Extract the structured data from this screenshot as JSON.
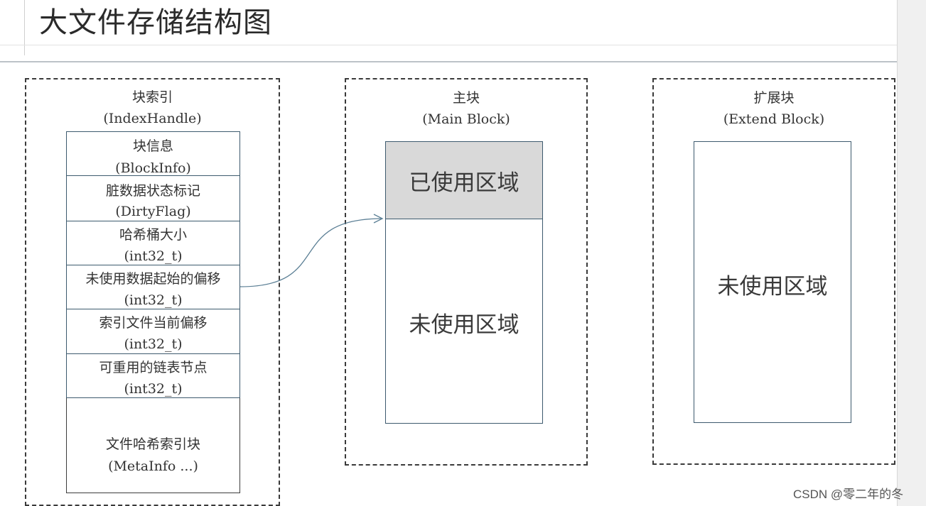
{
  "title": "大文件存储结构图",
  "index_block": {
    "title": "块索引",
    "subtitle": "(IndexHandle)",
    "fields": [
      {
        "name": "块信息",
        "type": "(BlockInfo)"
      },
      {
        "name": "脏数据状态标记",
        "type": "(DirtyFlag)"
      },
      {
        "name": "哈希桶大小",
        "type": "(int32_t)"
      },
      {
        "name": "未使用数据起始的偏移",
        "type": "(int32_t)"
      },
      {
        "name": "索引文件当前偏移",
        "type": "(int32_t)"
      },
      {
        "name": "可重用的链表节点",
        "type": "(int32_t)"
      },
      {
        "name": "文件哈希索引块",
        "type": "(MetaInfo ...)"
      }
    ]
  },
  "main_block": {
    "title": "主块",
    "subtitle": "(Main Block)",
    "used_label": "已使用区域",
    "unused_label": "未使用区域"
  },
  "extend_block": {
    "title": "扩展块",
    "subtitle": "(Extend Block)",
    "unused_label": "未使用区域"
  },
  "watermark": "CSDN @零二年的冬",
  "colors": {
    "used_region": "#d9d9d9",
    "cell_border": "#3d5a6e",
    "arrow": "#5b7f95"
  }
}
